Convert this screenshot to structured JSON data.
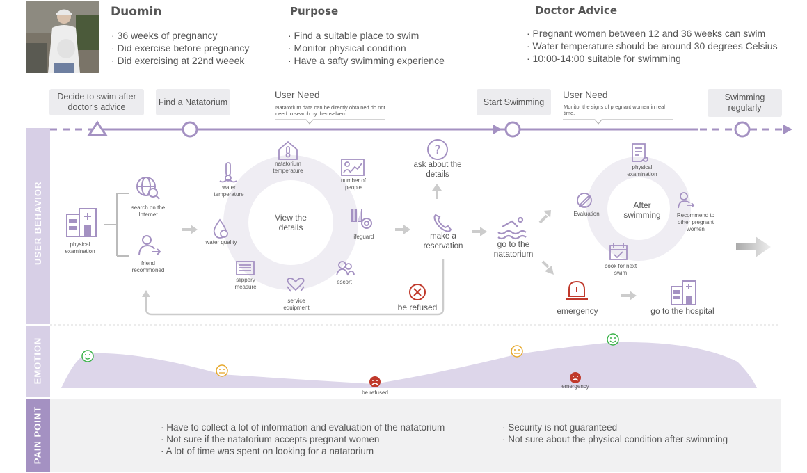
{
  "persona": {
    "name": "Duomin",
    "details": [
      "· 36 weeks of pregnancy",
      "· Did exercise before pregnancy",
      "· Did exercising at 22nd weeek"
    ]
  },
  "purpose": {
    "title": "Purpose",
    "items": [
      "· Find a suitable place to swim",
      "· Monitor physical condition",
      "· Have a safty swimming experience"
    ]
  },
  "advice": {
    "title": "Doctor Advice",
    "items": [
      "· Pregnant women between 12 and 36 weeks can swim",
      "· Water temperature should be around 30 degrees Celsius",
      "· 10:00-14:00 suitable for swimming"
    ]
  },
  "timeline": {
    "stages": [
      "Decide to swim after doctor's advice",
      "Find a Natatorium",
      "Start Swimming",
      "Swimming regularly"
    ],
    "need1": {
      "title": "User Need",
      "desc": "Natatorium data can be directly obtained do not need to search by themselvem."
    },
    "need2": {
      "title": "User Need",
      "desc": "Monitor the signs of pregnant women in real time."
    }
  },
  "sections": {
    "behavior": "USER BEHAVIOR",
    "emotion": "EMOTION",
    "pain": "PAIN POINT"
  },
  "behavior": {
    "physical_exam": "physical examination",
    "search_internet": "search on the Internet",
    "friend": "friend recommoned",
    "view_details": "View the details",
    "water_temp": "water temperature",
    "nat_temp": "natatorium temperature",
    "num_people": "number of people",
    "lifeguard": "lifeguard",
    "escort": "escort",
    "service": "service equipment",
    "slippery": "slippery measure",
    "water_quality": "water quality",
    "ask": "ask about the details",
    "reservation": "make a reservation",
    "refused": "be refused",
    "go_nat": "go to the natatorium",
    "after": "After swimming",
    "phys_exam2": "physical examination",
    "evaluation": "Evaluation",
    "recommend": "Recommend to other pregnant women",
    "book": "book for next swim",
    "emergency": "emergency",
    "hospital": "go to the hospital"
  },
  "emotion": {
    "refused": "be refused",
    "emergency": "emergency"
  },
  "pain": {
    "left": [
      "· Have to collect a lot of information and evaluation of the natatorium",
      "· Not sure if the natatorium accepts pregnant women",
      "· A lot of time was spent on looking for a natatorium"
    ],
    "right": [
      "· Security is not guaranteed",
      "· Not sure about the physical condition after swimming"
    ]
  },
  "colors": {
    "accent": "#a491c2",
    "light": "#d7cfe6",
    "alert": "#c0392b",
    "happy": "#3bb34a",
    "neutral": "#e6a82b"
  }
}
